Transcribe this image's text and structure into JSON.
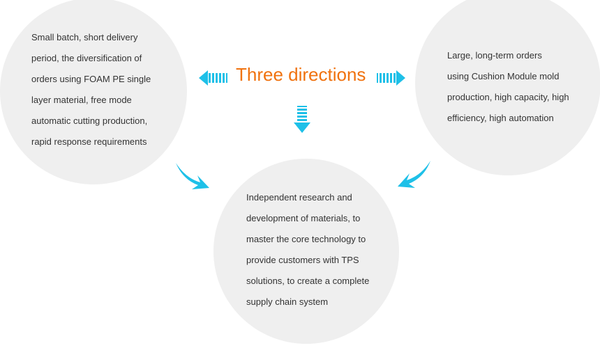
{
  "title": "Three directions",
  "colors": {
    "accent": "#f0720f",
    "arrow": "#1ec0e8",
    "circle": "#efefef",
    "text": "#333333"
  },
  "circles": {
    "left": {
      "lines": [
        "Small batch, short delivery",
        "period, the diversification of",
        "orders using FOAM PE single",
        "layer material, free mode",
        "automatic cutting production,",
        "rapid response requirements"
      ]
    },
    "right": {
      "lines": [
        "Large, long-term orders",
        "using Cushion Module mold",
        "production, high capacity, high",
        "efficiency, high automation"
      ]
    },
    "bottom": {
      "lines": [
        "Independent research and",
        "development of materials, to",
        "master the core technology to",
        "provide customers with TPS",
        "solutions, to create a complete",
        "supply chain system"
      ]
    }
  },
  "icons": {
    "left": "arrow-left-icon",
    "right": "arrow-right-icon",
    "down": "arrow-down-icon",
    "curved_left": "curved-arrow-icon",
    "curved_right": "curved-arrow-icon"
  }
}
